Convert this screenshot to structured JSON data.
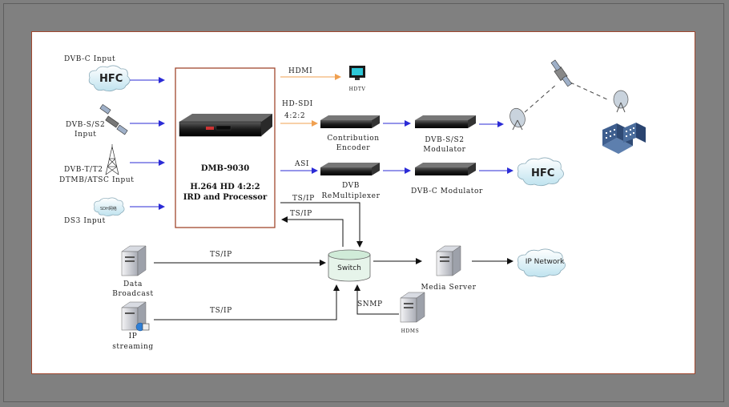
{
  "inputs": {
    "dvbc": "DVB-C Input",
    "dvbs_line1": "DVB-S/S2",
    "dvbs_line2": "Input",
    "dvbt_line1": "DVB-T/T2",
    "dvbt_line2": "DTMB/ATSC Input",
    "ds3": "DS3 Input",
    "sdh_cloud": "SDH网络"
  },
  "clouds": {
    "hfc_left": "HFC",
    "hfc_right": "HFC",
    "ip_network": "IP Network"
  },
  "main_device": {
    "model": "DMB-9030",
    "desc_line1": "H.264 HD 4:2:2",
    "desc_line2": "IRD and Processor"
  },
  "outputs": {
    "hdmi": "HDMI",
    "hdtv": "HDTV",
    "hdsdi_line1": "HD-SDI",
    "hdsdi_line2": "4:2:2",
    "asi": "ASI",
    "tsip_1": "TS/IP",
    "tsip_2": "TS/IP"
  },
  "devices": {
    "encoder_line1": "Contribution",
    "encoder_line2": "Encoder",
    "dvbs_mod_line1": "DVB-S/S2",
    "dvbs_mod_line2": "Modulator",
    "remux_line1": "DVB",
    "remux_line2": "ReMultiplexer",
    "dvbc_mod": "DVB-C Modulator"
  },
  "network": {
    "switch": "Switch",
    "data_broadcast_line1": "Data",
    "data_broadcast_line2": "Broadcast",
    "ip_streaming_line1": "IP",
    "ip_streaming_line2": "streaming",
    "tsip_data": "TS/IP",
    "tsip_stream": "TS/IP",
    "snmp": "SNMP",
    "hdms": "HDMS",
    "media_server": "Media Server"
  },
  "colors": {
    "outer_border": "#808080",
    "inner_border": "#a0472e",
    "arrow_blue": "#2b2bd6",
    "arrow_orange": "#f0a050",
    "arrow_black": "#111111"
  }
}
